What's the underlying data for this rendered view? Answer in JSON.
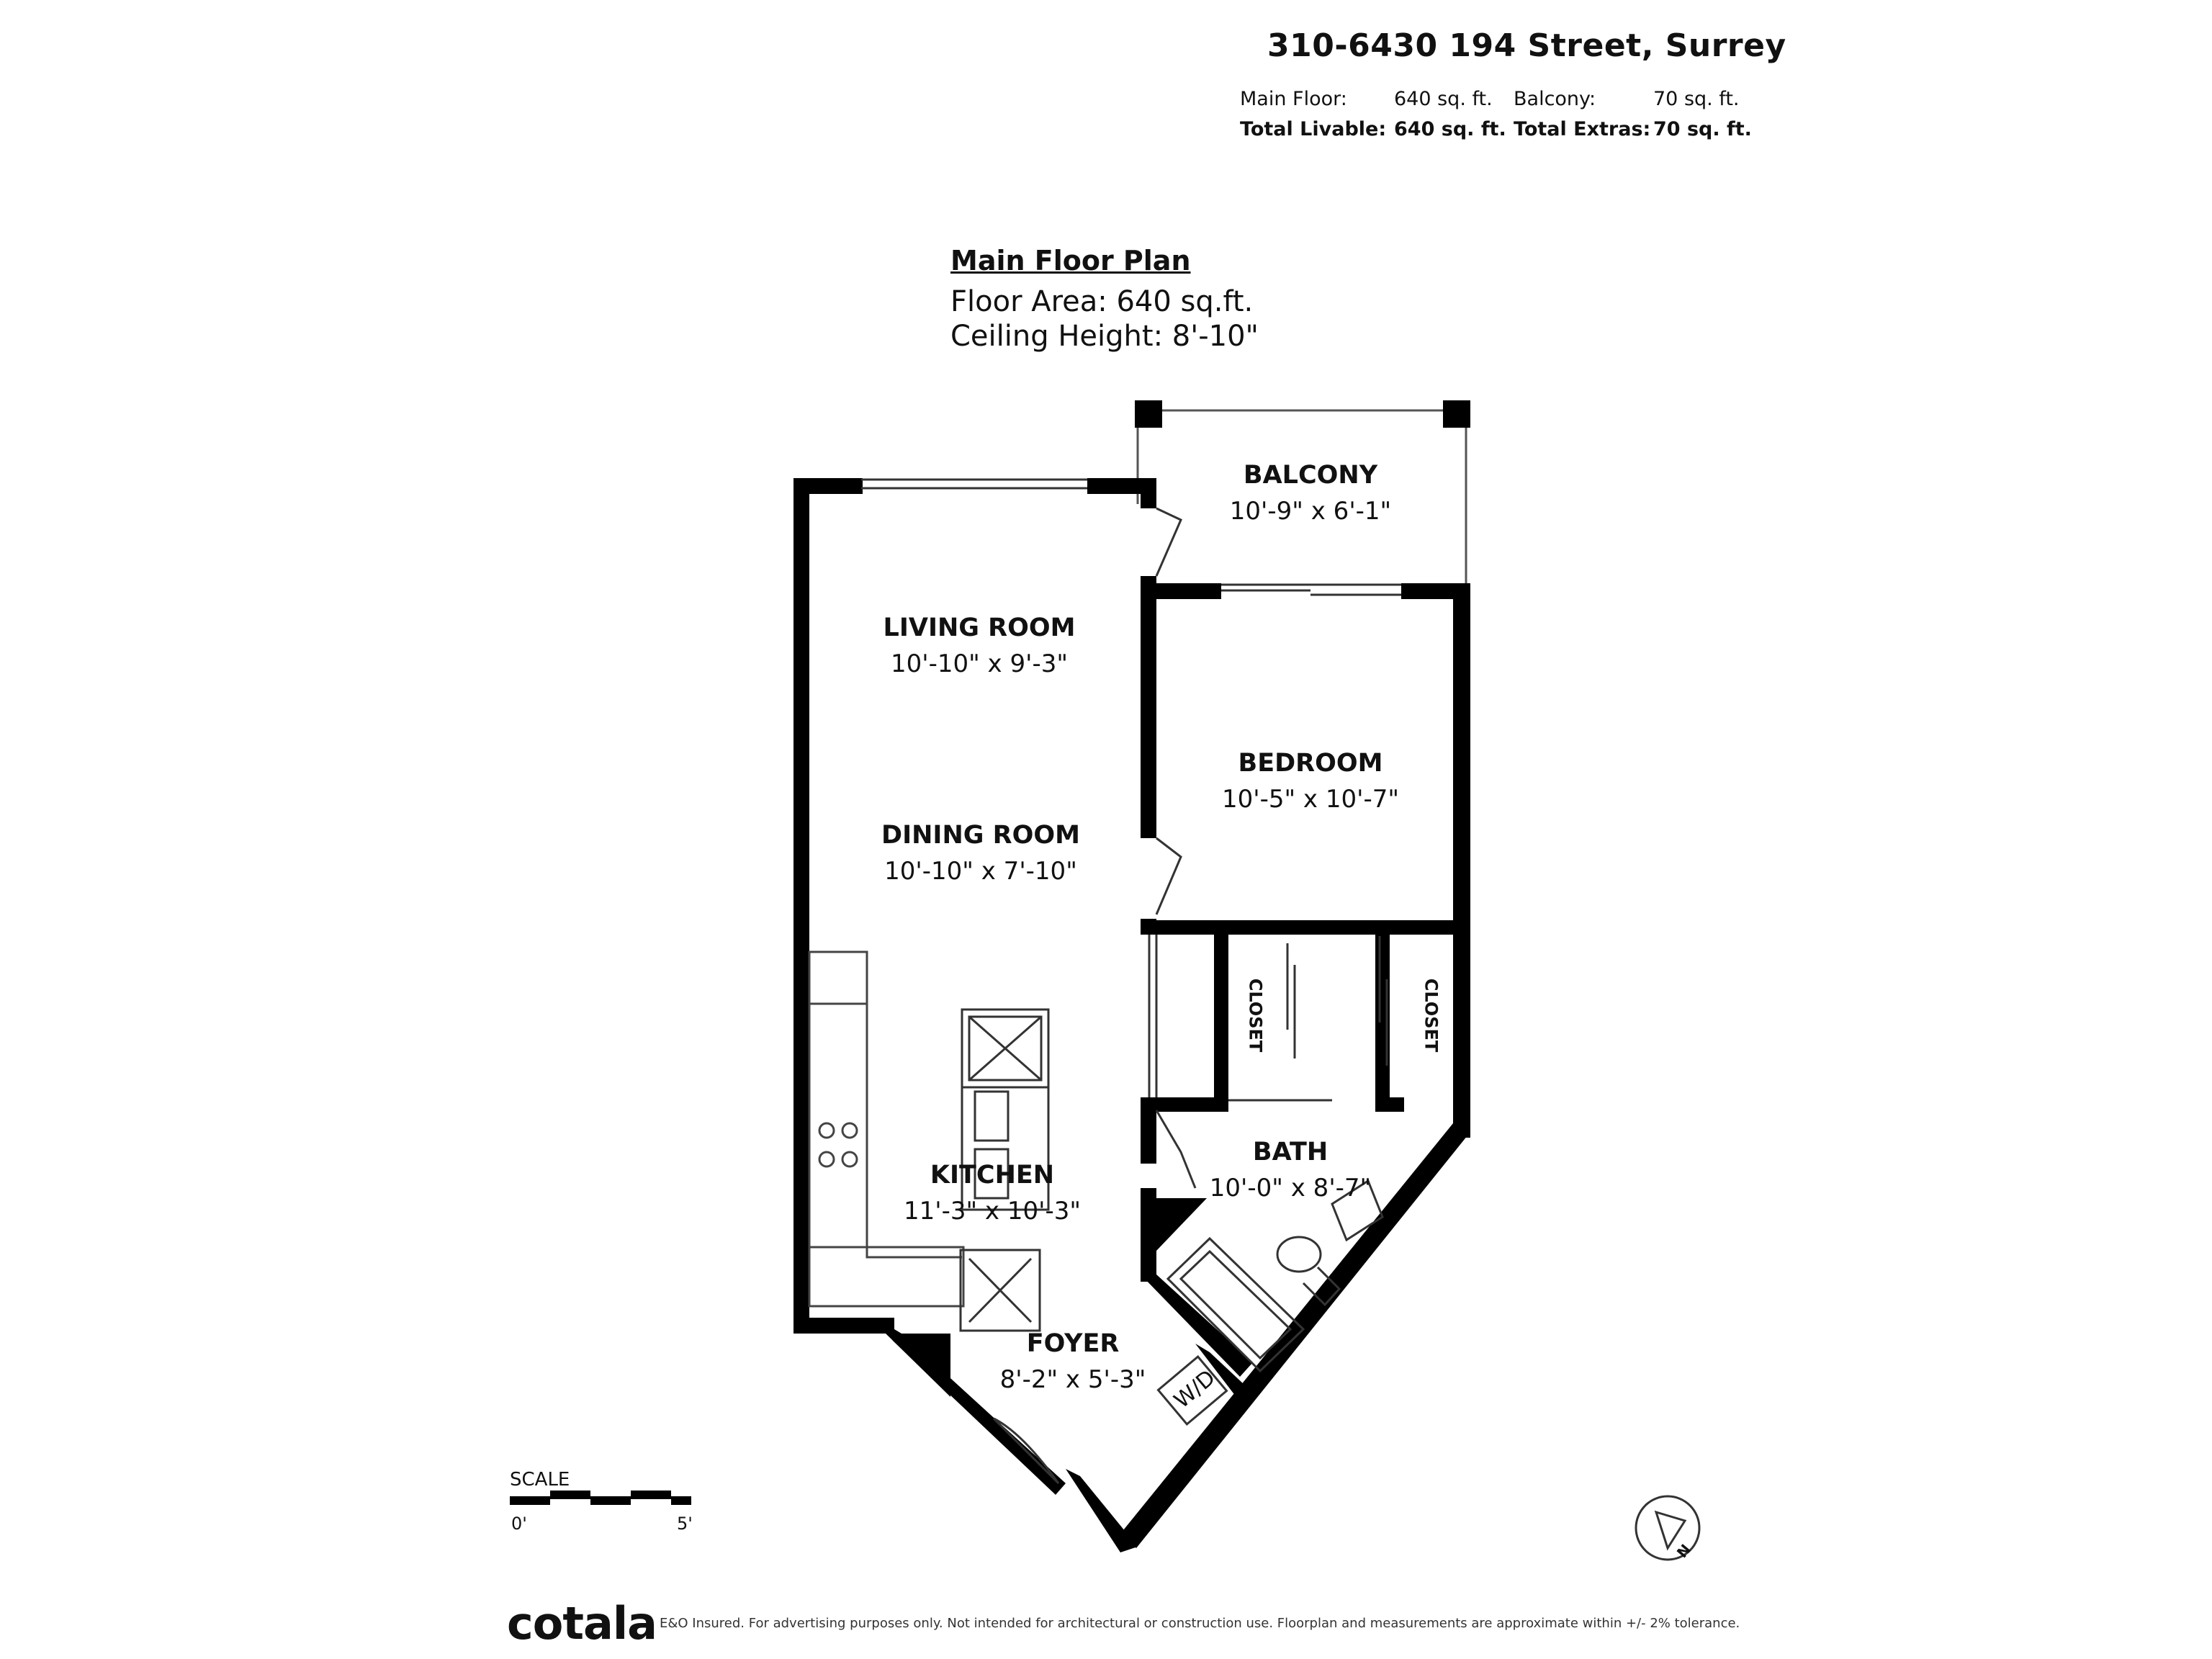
{
  "header": {
    "address": "310-6430 194 Street, Surrey",
    "main_floor_label": "Main Floor:",
    "main_floor_value": "640 sq. ft.",
    "balcony_label": "Balcony:",
    "balcony_value": "70 sq. ft.",
    "total_livable_label": "Total Livable:",
    "total_livable_value": "640 sq. ft.",
    "total_extras_label": "Total Extras:",
    "total_extras_value": "70 sq. ft."
  },
  "plan": {
    "title": "Main Floor Plan",
    "floor_area": "Floor Area: 640 sq.ft.",
    "ceiling_height": "Ceiling Height: 8'-10\""
  },
  "rooms": {
    "balcony": {
      "name": "BALCONY",
      "dims": "10'-9\" x 6'-1\""
    },
    "living": {
      "name": "LIVING ROOM",
      "dims": "10'-10\" x 9'-3\""
    },
    "bedroom": {
      "name": "BEDROOM",
      "dims": "10'-5\" x 10'-7\""
    },
    "dining": {
      "name": "DINING ROOM",
      "dims": "10'-10\" x 7'-10\""
    },
    "closet1": {
      "name": "CLOSET"
    },
    "closet2": {
      "name": "CLOSET"
    },
    "bath": {
      "name": "BATH",
      "dims": "10'-0\" x 8'-7\""
    },
    "kitchen": {
      "name": "KITCHEN",
      "dims": "11'-3\" x 10'-3\""
    },
    "foyer": {
      "name": "FOYER",
      "dims": "8'-2\" x 5'-3\""
    },
    "wd": {
      "name": "W/D"
    }
  },
  "scale": {
    "label": "SCALE",
    "start": "0'",
    "end": "5'"
  },
  "compass": {
    "letter": "N"
  },
  "footer": {
    "brand": "cotala",
    "disclaimer": "E&O Insured. For advertising purposes only. Not intended for architectural or construction use. Floorplan and measurements are approximate within +/- 2% tolerance."
  },
  "colors": {
    "wall": "#000000",
    "text": "#111111",
    "background": "#ffffff"
  }
}
